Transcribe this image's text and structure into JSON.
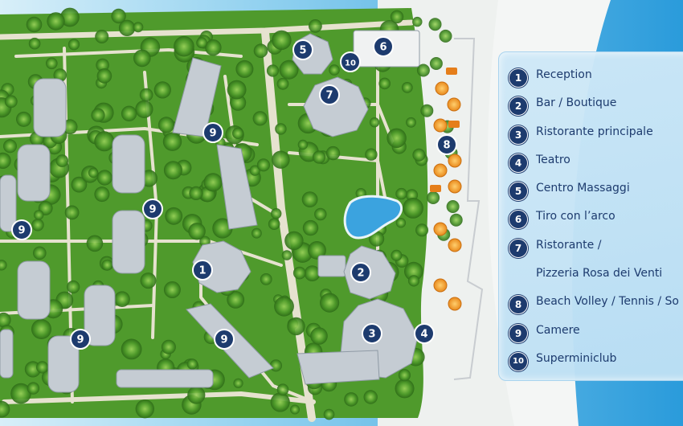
{
  "map": {
    "colors": {
      "grass": "#4f9a2c",
      "path": "#e6e2cf",
      "sand": "#f2f5f3",
      "sea": "#7fc7ea",
      "pool": "#3ba3df",
      "roof": "#c4cbd2",
      "marker": "#1d3b6e"
    },
    "markers": [
      {
        "num": "1"
      },
      {
        "num": "2"
      },
      {
        "num": "3"
      },
      {
        "num": "4"
      },
      {
        "num": "5"
      },
      {
        "num": "6"
      },
      {
        "num": "7"
      },
      {
        "num": "8"
      },
      {
        "num": "9"
      },
      {
        "num": "9"
      },
      {
        "num": "9"
      },
      {
        "num": "9"
      },
      {
        "num": "9"
      },
      {
        "num": "10"
      }
    ]
  },
  "legend": {
    "items": [
      {
        "num": "1",
        "label": "Reception"
      },
      {
        "num": "2",
        "label": "Bar / Boutique"
      },
      {
        "num": "3",
        "label": "Ristorante principale"
      },
      {
        "num": "4",
        "label": "Teatro"
      },
      {
        "num": "5",
        "label": "Centro Massaggi"
      },
      {
        "num": "6",
        "label": "Tiro con l’arco"
      },
      {
        "num": "7",
        "label": "Ristorante /\nPizzeria Rosa dei Venti"
      },
      {
        "num": "8",
        "label": "Beach Volley / Tennis / So"
      },
      {
        "num": "9",
        "label": "Camere"
      },
      {
        "num": "10",
        "label": "Superminiclub"
      }
    ]
  }
}
